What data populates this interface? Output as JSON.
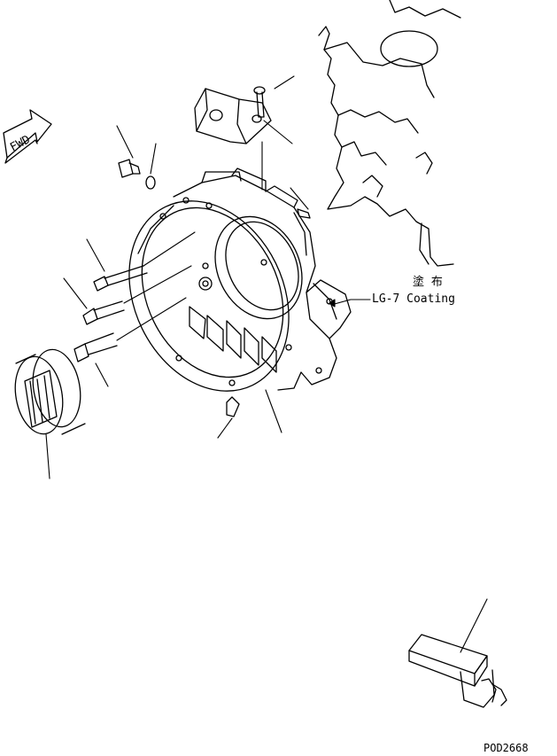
{
  "fwd_arrow": {
    "label": "FWD"
  },
  "annotations": {
    "coating_jp": "塗 布",
    "coating_en": "LG-7 Coating"
  },
  "drawing_code": "POD2668",
  "colors": {
    "ink": "#000000",
    "paper": "#ffffff"
  }
}
